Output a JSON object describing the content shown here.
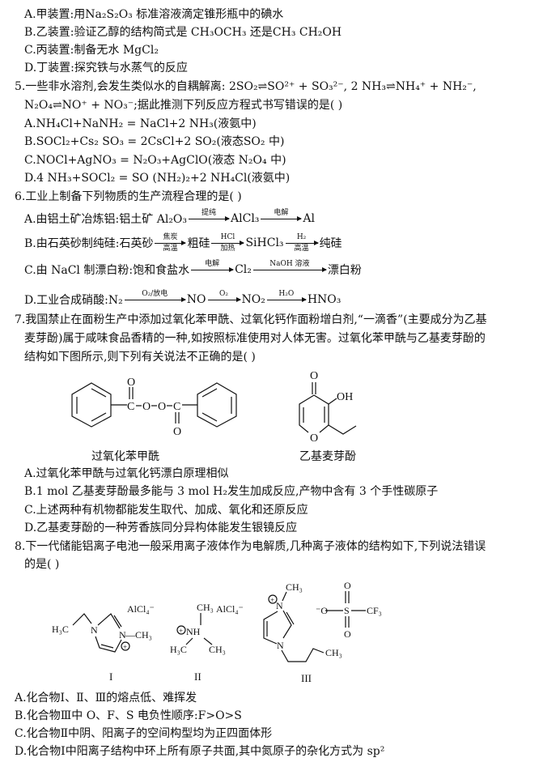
{
  "q4_options": [
    "A.甲装置:用Na₂S₂O₃ 标准溶液滴定锥形瓶中的碘水",
    "B.乙装置:验证乙醇的结构简式是 CH₃OCH₃ 还是CH₃ CH₂OH",
    "C.丙装置:制备无水 MgCl₂",
    "D.丁装置:探究铁与水蒸气的反应"
  ],
  "q5": {
    "stem_line1": "5.一些非水溶剂,会发生类似水的自耦解离: 2SO₂⇌SO²⁺ + SO₃²⁻, 2 NH₃⇌NH₄⁺ + NH₂⁻,",
    "stem_line2": "N₂O₄⇌NO⁺ + NO₃⁻;据此推测下列反应方程式书写错误的是(     )",
    "options": [
      "A.NH₄Cl+NaNH₂ = NaCl+2 NH₃(液氨中)",
      "B.SOCl₂+Cs₂ SO₃ = 2CsCl+2 SO₂(液态SO₂ 中)",
      "C.NOCl+AgNO₃ = N₂O₃+AgClO(液态 N₂O₄ 中)",
      "D.4 NH₃+SOCl₂ = SO (NH₂)₂+2 NH₄Cl(液氨中)"
    ]
  },
  "q6": {
    "stem": "6.工业上制备下列物质的生产流程合理的是(     )",
    "options": [
      {
        "start": "A.由铝土矿冶炼铝:铝土矿 Al₂O₃",
        "steps": [
          {
            "above": "提纯",
            "below": "",
            "product": "AlCl₃"
          },
          {
            "above": "电解",
            "below": "",
            "product": "Al"
          }
        ]
      },
      {
        "start": "B.由石英砂制纯硅:石英砂",
        "steps": [
          {
            "above": "焦炭",
            "below": "高温",
            "product": "粗硅"
          },
          {
            "above": "HCl",
            "below": "加热",
            "product": "SiHCl₃"
          },
          {
            "above": "H₂",
            "below": "高温",
            "product": "纯硅"
          }
        ]
      },
      {
        "start": "C.由 NaCl 制漂白粉:饱和食盐水",
        "steps": [
          {
            "above": "电解",
            "below": "",
            "product": "Cl₂"
          },
          {
            "above": "NaOH 溶液",
            "below": "",
            "product": "漂白粉"
          }
        ]
      },
      {
        "start": "D.工业合成硝酸:N₂",
        "steps": [
          {
            "above": "O₂/放电",
            "below": "",
            "product": "NO"
          },
          {
            "above": "O₂",
            "below": "",
            "product": "NO₂"
          },
          {
            "above": "H₂O",
            "below": "",
            "product": "HNO₃"
          }
        ]
      }
    ]
  },
  "q7": {
    "stem_line1": "7.我国禁止在面粉生产中添加过氧化苯甲酰、过氧化钙作面粉增白剂,“一滴香”(主要成分为乙基",
    "stem_line2": "麦芽酚)属于咸味食品香精的一种,如按照标准使用对人体无害。过氧化苯甲酰与乙基麦芽酚的",
    "stem_line3": "结构如下图所示,则下列有关说法不正确的是(     )",
    "structure1": {
      "caption": "过氧化苯甲酰",
      "atoms": {
        "o_top": "O",
        "c1": "C",
        "o1": "O",
        "o2": "O",
        "c2": "C",
        "o_bottom": "O"
      }
    },
    "structure2": {
      "caption": "乙基麦芽酚",
      "atoms": {
        "o_keto": "O",
        "oh": "OH",
        "o_ring": "O"
      }
    },
    "options": [
      "A.过氧化苯甲酰与过氧化钙漂白原理相似",
      "B.1 mol 乙基麦芽酚最多能与 3 mol H₂发生加成反应,产物中含有 3 个手性碳原子",
      "C.上述两种有机物都能发生取代、加成、氧化和还原反应",
      "D.乙基麦芽酚的一种芳香族同分异构体能发生银镜反应"
    ]
  },
  "q8": {
    "stem_line1": "8.下一代储能铝离子电池一般采用离子液体作为电解质,几种离子液体的结构如下,下列说法错误",
    "stem_line2": "的是(     )",
    "compounds": [
      {
        "label": "I",
        "atoms": {
          "anion": "AlCl₄⁻",
          "h3c": "H₃C",
          "n1": "N",
          "n2": "N",
          "ch3": "—CH₃",
          "plus": "+"
        }
      },
      {
        "label": "II",
        "atoms": {
          "ch3_top": "CH₃",
          "anion": "AlCl₄⁻",
          "nh": "NH",
          "plus": "+",
          "h3c": "H₃C",
          "ch3_right": "CH₃"
        }
      },
      {
        "label": "III",
        "atoms": {
          "ch3_top": "CH₃",
          "n_top": "N",
          "plus": "+",
          "n_bottom": "N",
          "ch3_chain": "CH₃",
          "o_minus": "⁻O",
          "s": "S",
          "cf3": "CF₃",
          "o_top": "O",
          "o_bottom": "O"
        }
      }
    ],
    "options": [
      "A.化合物Ⅰ、Ⅱ、Ⅲ的熔点低、难挥发",
      "B.化合物Ⅲ中 O、F、S 电负性顺序:F>O>S",
      "C.化合物Ⅱ中阴、阳离子的空间构型均为正四面体形",
      "D.化合物Ⅰ中阳离子结构中环上所有原子共面,其中氮原子的杂化方式为 sp²"
    ]
  }
}
